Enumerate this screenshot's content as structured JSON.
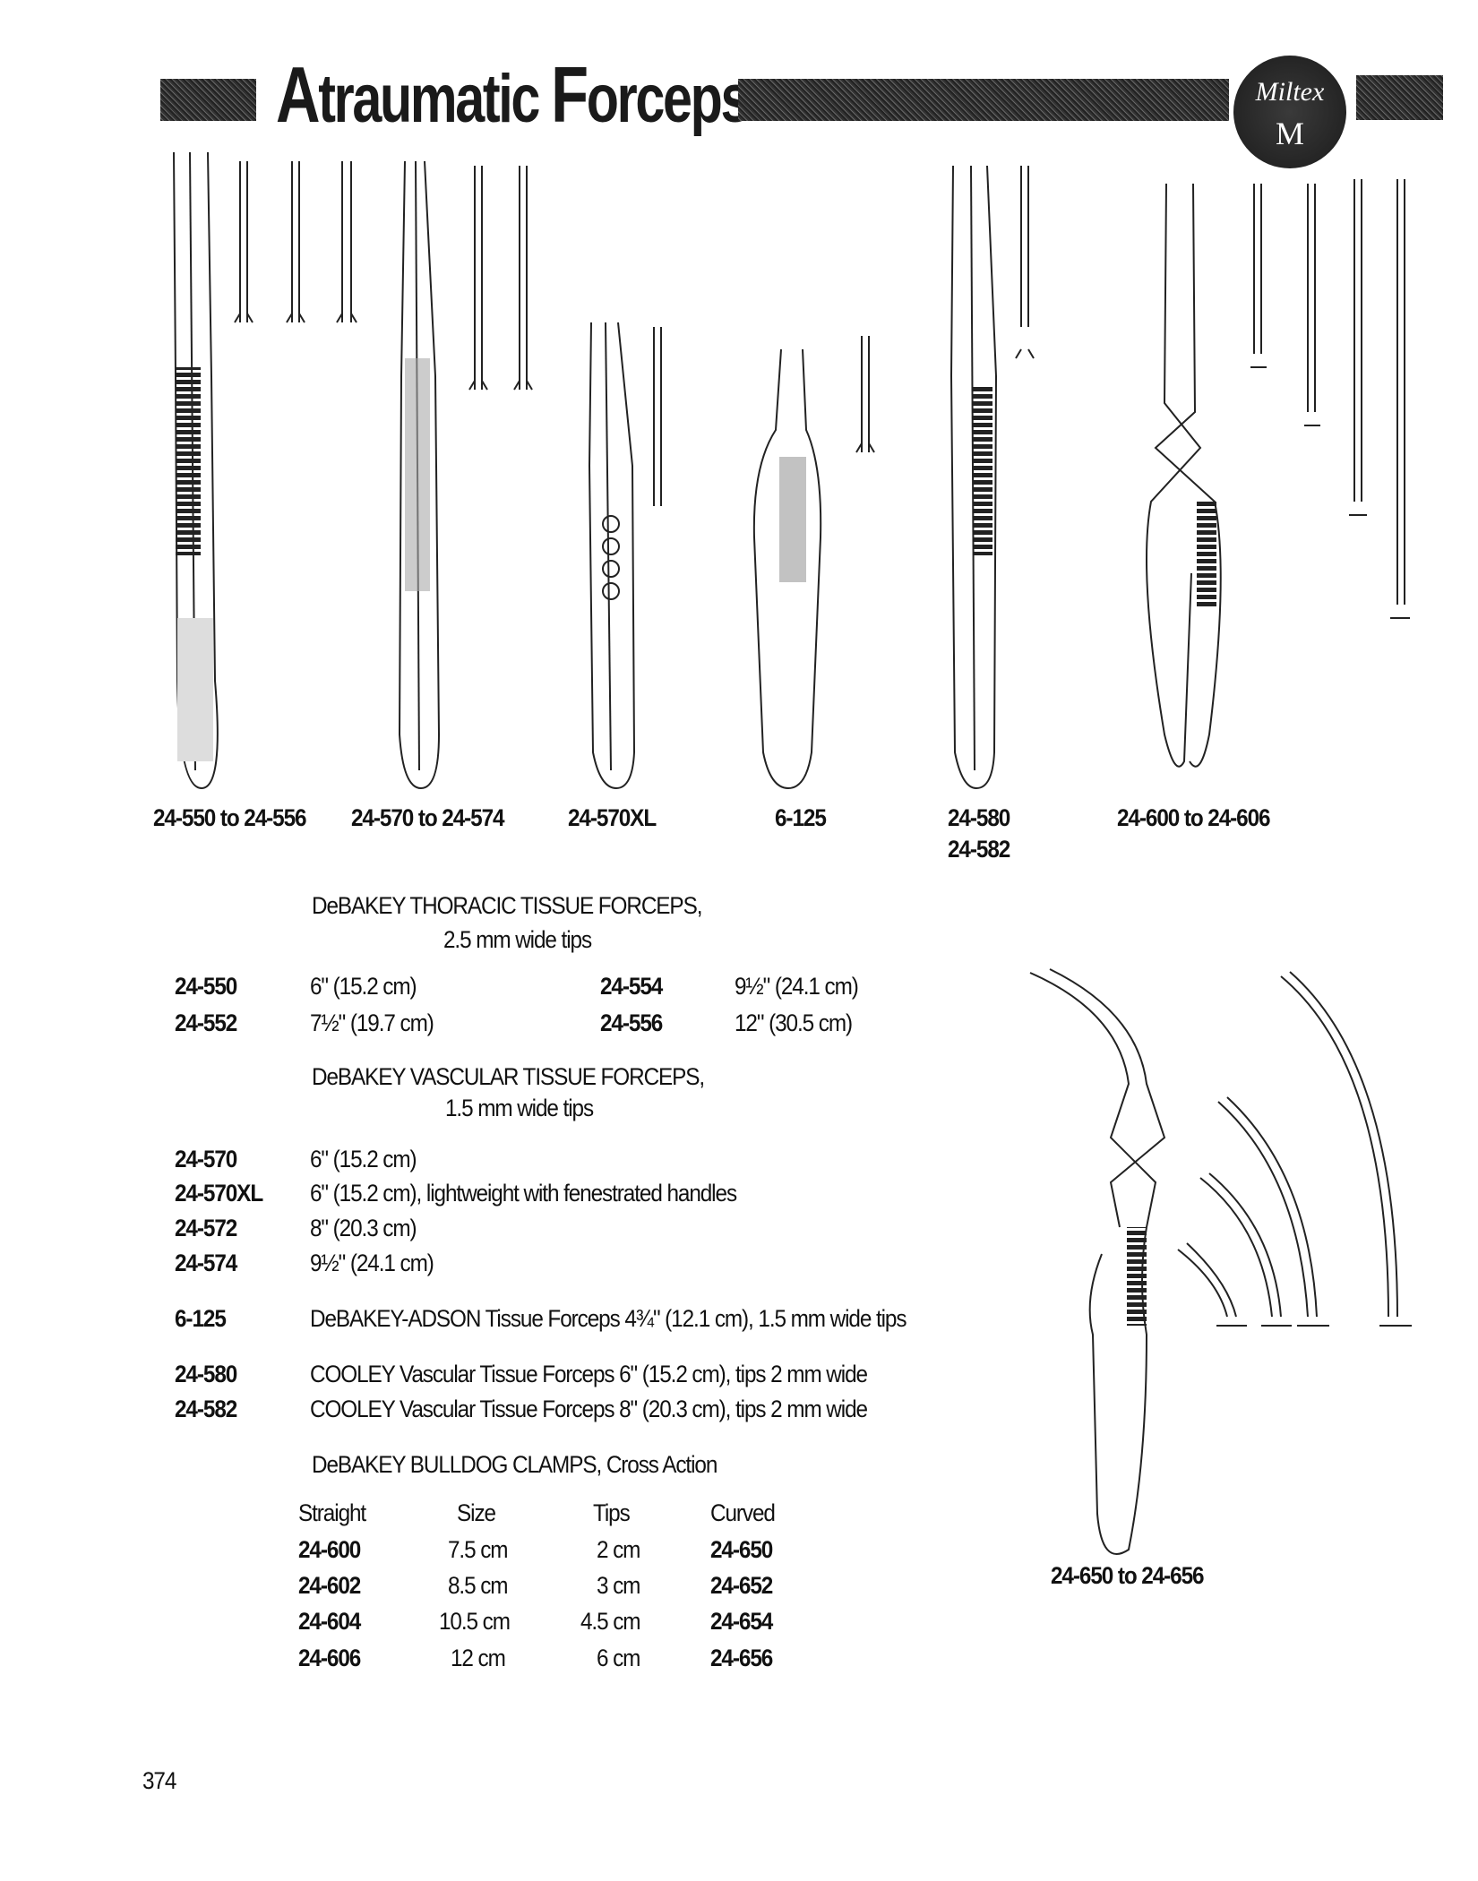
{
  "header": {
    "title_first_cap": "A",
    "title_rest1": "traumatic ",
    "title_second_cap": "F",
    "title_rest2": "orceps",
    "logo_text": "Miltex",
    "logo_mark": "M"
  },
  "figure_labels": [
    "24-550 to 24-556",
    "24-570 to 24-574",
    "24-570XL",
    "6-125",
    "24-580",
    "24-582",
    "24-600 to 24-606",
    "24-650 to 24-656"
  ],
  "thoracic": {
    "heading": "DeBAKEY THORACIC TISSUE FORCEPS,",
    "subheading": "2.5 mm wide tips",
    "rows": [
      {
        "code": "24-550",
        "size": "6\" (15.2 cm)",
        "code2": "24-554",
        "size2": "9½\" (24.1 cm)"
      },
      {
        "code": "24-552",
        "size": "7½\" (19.7 cm)",
        "code2": "24-556",
        "size2": "12\" (30.5 cm)"
      }
    ]
  },
  "vascular": {
    "heading": "DeBAKEY VASCULAR TISSUE FORCEPS,",
    "subheading": "1.5 mm wide tips",
    "rows": [
      {
        "code": "24-570",
        "desc": "6\" (15.2 cm)"
      },
      {
        "code": "24-570XL",
        "desc": "6\" (15.2 cm), lightweight with fenestrated handles"
      },
      {
        "code": "24-572",
        "desc": "8\" (20.3 cm)"
      },
      {
        "code": "24-574",
        "desc": "9½\" (24.1 cm)"
      }
    ]
  },
  "adson": {
    "code": "6-125",
    "desc": "DeBAKEY-ADSON Tissue Forceps 4¾\" (12.1 cm), 1.5 mm wide tips"
  },
  "cooley": [
    {
      "code": "24-580",
      "desc": "COOLEY Vascular Tissue Forceps 6\" (15.2 cm), tips 2 mm wide"
    },
    {
      "code": "24-582",
      "desc": "COOLEY Vascular Tissue Forceps 8\" (20.3 cm), tips 2 mm wide"
    }
  ],
  "bulldog": {
    "heading": "DeBAKEY BULLDOG CLAMPS, Cross Action",
    "columns": [
      "Straight",
      "Size",
      "Tips",
      "Curved"
    ],
    "rows": [
      [
        "24-600",
        "7.5 cm",
        "2 cm",
        "24-650"
      ],
      [
        "24-602",
        "8.5 cm",
        "3 cm",
        "24-652"
      ],
      [
        "24-604",
        "10.5 cm",
        "4.5 cm",
        "24-654"
      ],
      [
        "24-606",
        "12 cm",
        "6 cm",
        "24-656"
      ]
    ]
  },
  "page_number": "374"
}
